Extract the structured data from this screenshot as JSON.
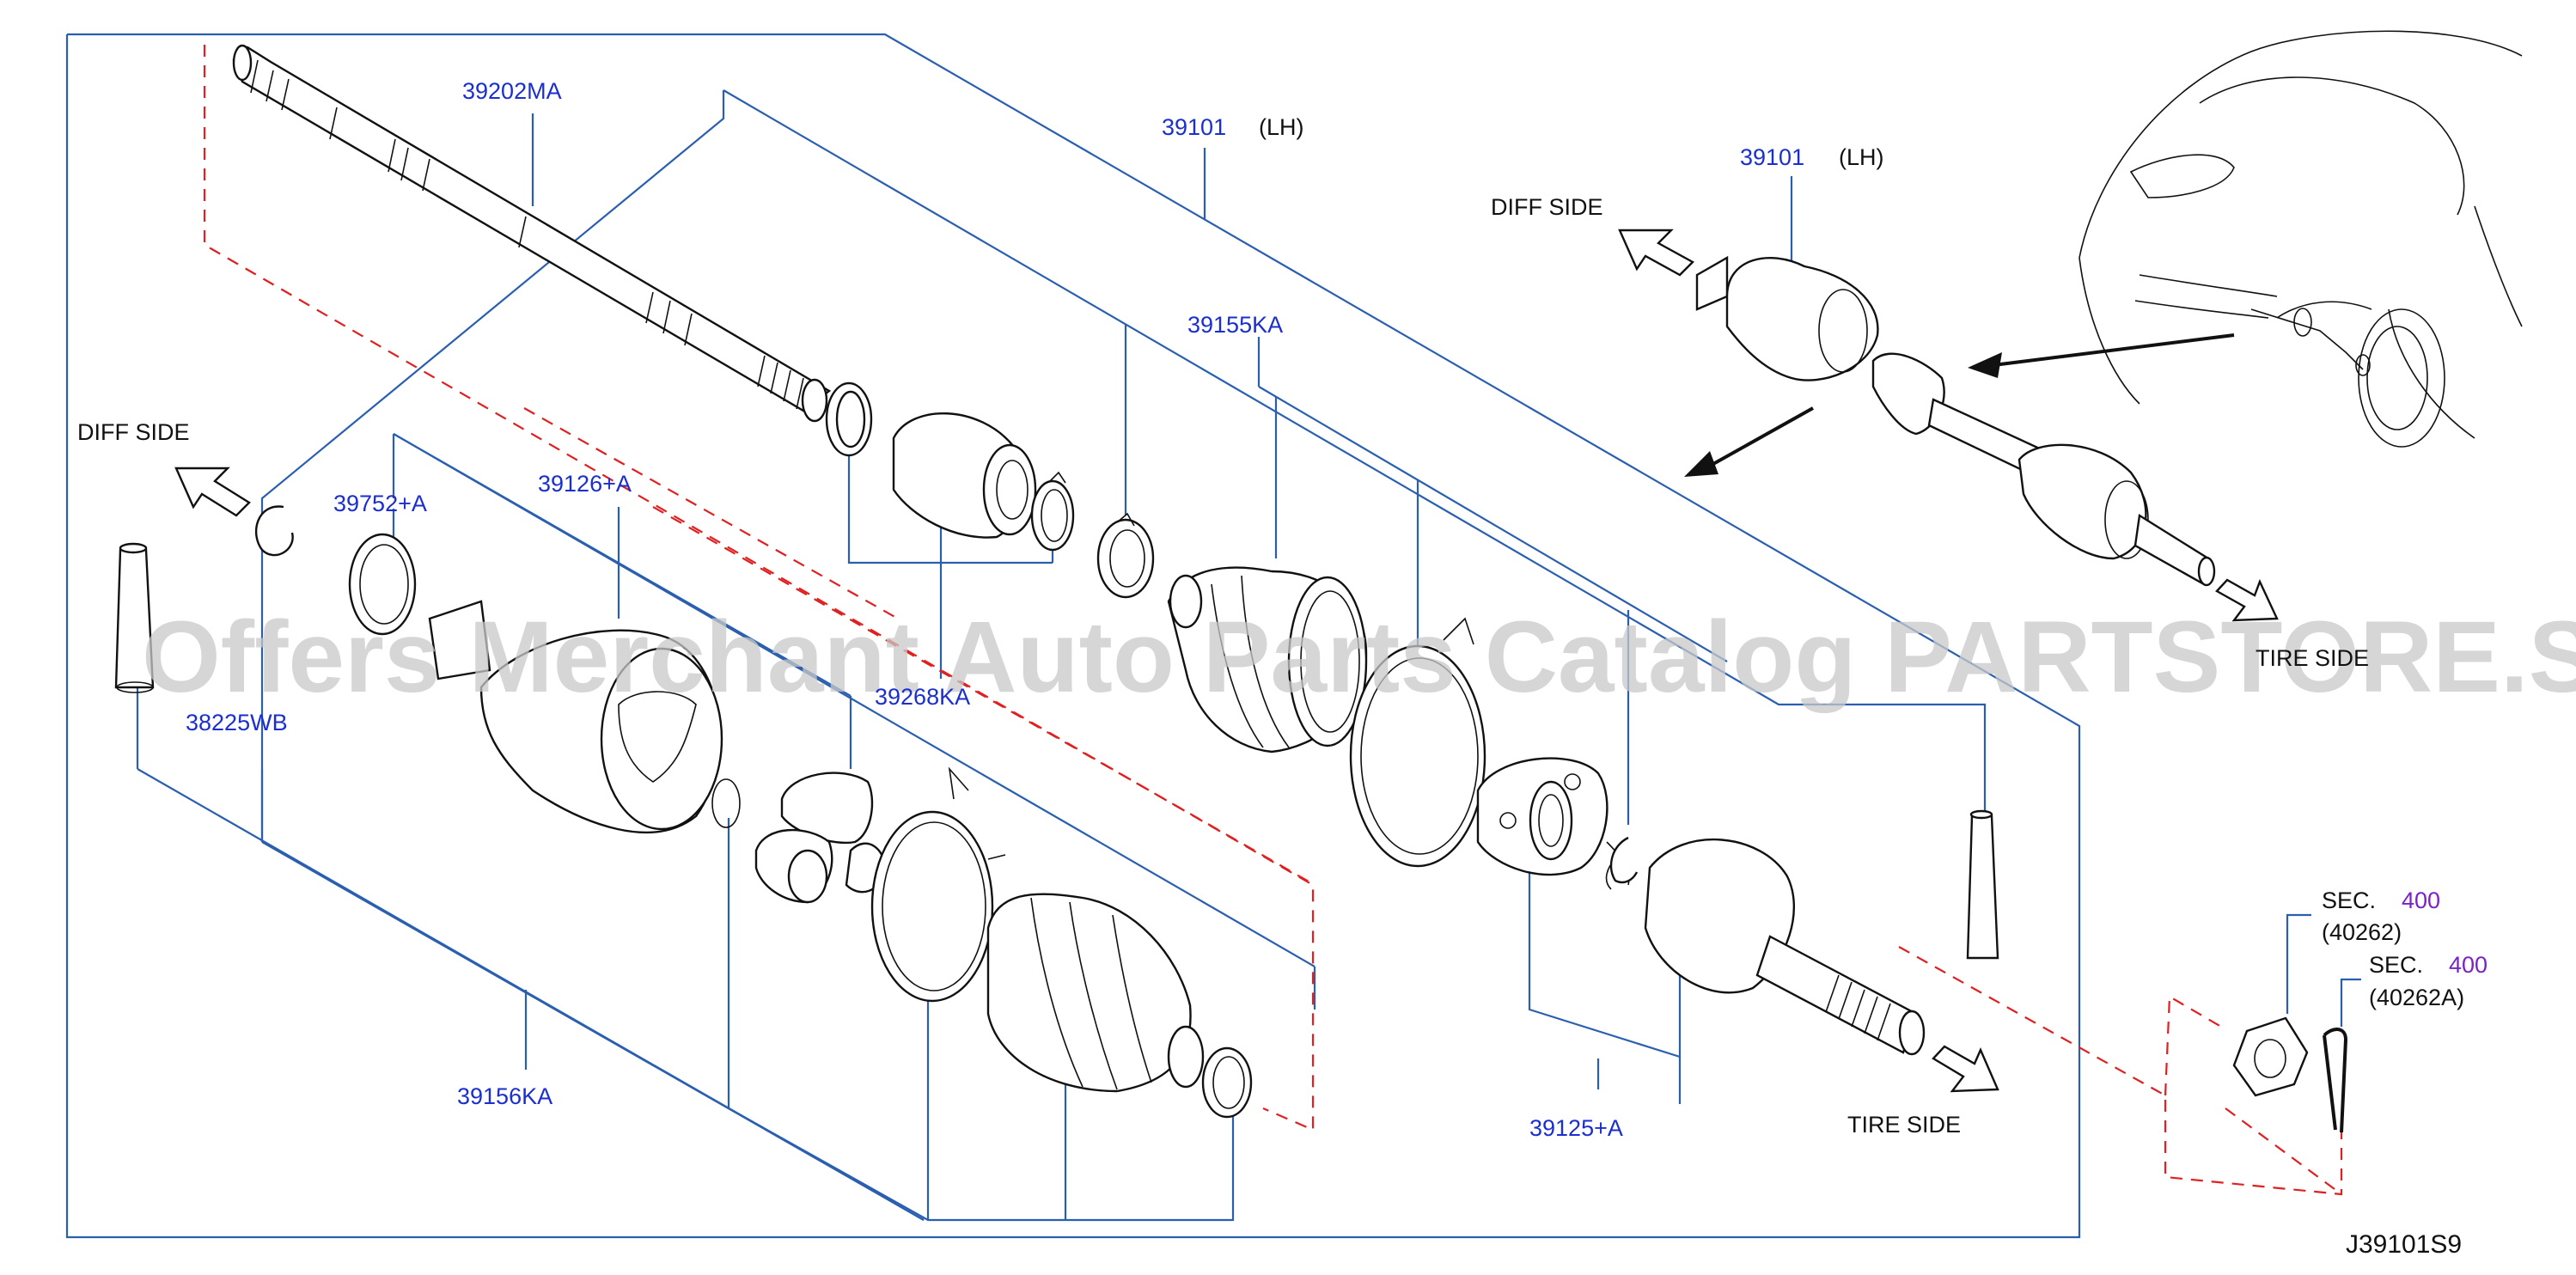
{
  "parts": {
    "p39202MA": "39202MA",
    "p39101_main": "39101",
    "p39101_main_side": "(LH)",
    "p39101_inset": "39101",
    "p39101_inset_side": "(LH)",
    "p39155KA": "39155KA",
    "p39752A": "39752+A",
    "p39126A": "39126+A",
    "p39268KA": "39268KA",
    "p38225WB": "38225WB",
    "p39156KA": "39156KA",
    "p39125A": "39125+A"
  },
  "labels": {
    "diff_side_left": "DIFF   SIDE",
    "diff_side_inset": "DIFF   SIDE",
    "tire_side_main": "TIRE   SIDE",
    "tire_side_inset": "TIRE   SIDE"
  },
  "section_refs": {
    "sec1_prefix": "SEC.",
    "sec1_num": "400",
    "sec1_ref": "(40262)",
    "sec2_prefix": "SEC.",
    "sec2_num": "400",
    "sec2_ref": "(40262A)"
  },
  "diagram_code": "J39101S9",
  "watermark": "Offers Merchant Auto Parts Catalog PARTSTORE.SA",
  "colors": {
    "part_number": "#1b2fd0",
    "leader_line": "#2a5fb0",
    "dashed_guide": "#e02020",
    "section_number": "#7a22c9"
  }
}
